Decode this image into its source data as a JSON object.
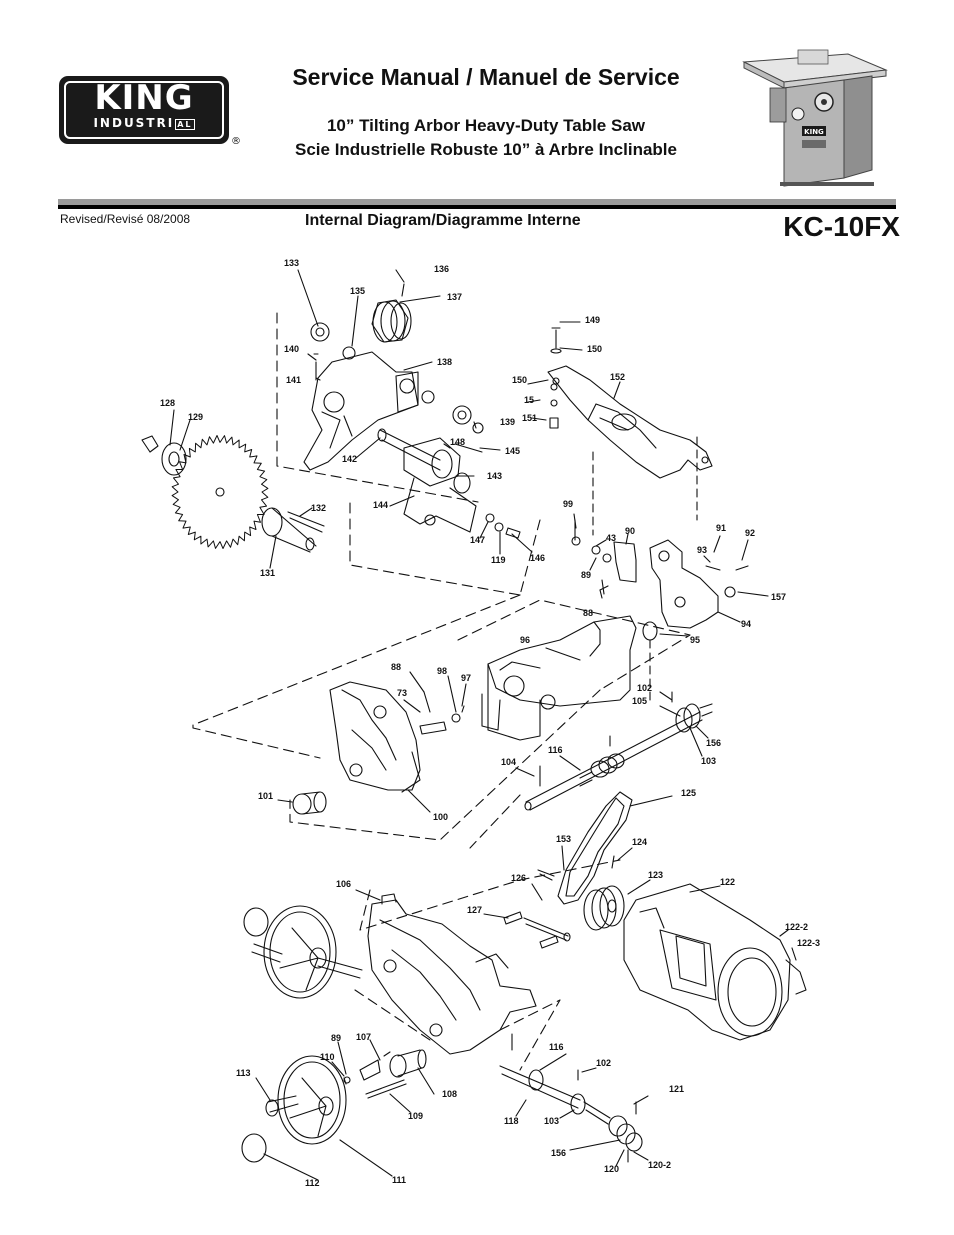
{
  "header": {
    "brand_name": "KING",
    "brand_sub": "INDUSTRI",
    "brand_sub_box": "AL",
    "registered_mark": "®",
    "title": "Service Manual / Manuel de Service",
    "subtitle_en": "10” Tilting Arbor Heavy-Duty Table Saw",
    "subtitle_fr": "Scie Industrielle Robuste 10” à Arbre Inclinable",
    "revised": "Revised/Revisé 08/2008",
    "section_title": "Internal Diagram/Diagramme Interne",
    "model": "KC-10FX"
  },
  "photo": {
    "panel_label": "KING"
  },
  "colors": {
    "rule_gray": "#9a9a9a",
    "ink": "#111111"
  },
  "diagram": {
    "part_labels": [
      "133",
      "136",
      "135",
      "137",
      "140",
      "141",
      "138",
      "128",
      "129",
      "142",
      "148",
      "145",
      "143",
      "139",
      "144",
      "132",
      "131",
      "147",
      "119",
      "146",
      "149",
      "150",
      "150",
      "15",
      "151",
      "152",
      "99",
      "90",
      "43",
      "89",
      "88",
      "91",
      "92",
      "93",
      "157",
      "94",
      "95",
      "96",
      "88",
      "98",
      "97",
      "73",
      "102",
      "105",
      "156",
      "103",
      "116",
      "104",
      "101",
      "100",
      "125",
      "153",
      "124",
      "126",
      "123",
      "122",
      "122-2",
      "122-3",
      "106",
      "127",
      "89",
      "107",
      "110",
      "116",
      "102",
      "113",
      "108",
      "109",
      "118",
      "103",
      "121",
      "156",
      "120",
      "120-2",
      "112",
      "111"
    ]
  }
}
